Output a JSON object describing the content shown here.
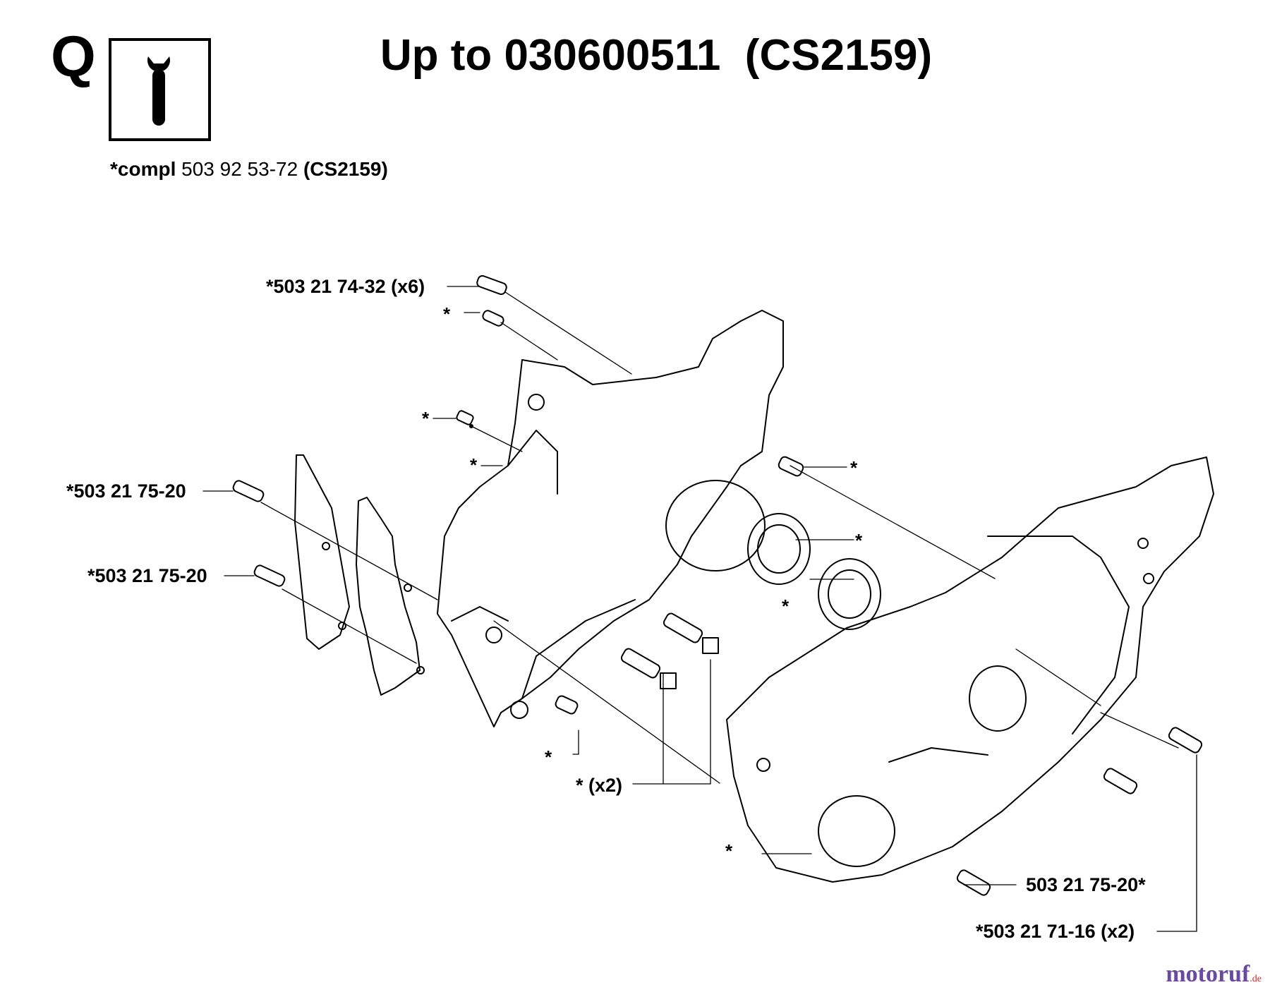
{
  "header": {
    "section_letter": "Q",
    "title": "Up to 030600511  (CS2159)",
    "compl_prefix": "*compl",
    "compl_number": "503 92 53-72",
    "compl_model": "(CS2159)"
  },
  "callouts": {
    "screw_top": "*503 21 74-32 (x6)",
    "screw_left_1": "*503 21 75-20",
    "screw_left_2": "*503 21 75-20",
    "pair_x2": "* (x2)",
    "screw_bottom": "503 21 75-20*",
    "screw_right": "*503 21 71-16 (x2)"
  },
  "stars": {
    "s1": "*",
    "s2": "*",
    "s3": "*",
    "s4": "*",
    "s5": "*",
    "s6": "*",
    "s7": "*",
    "s8": "*"
  },
  "watermark": {
    "brand": "motoruf",
    "suffix": ".de"
  },
  "icons": [
    "wrench-icon"
  ]
}
